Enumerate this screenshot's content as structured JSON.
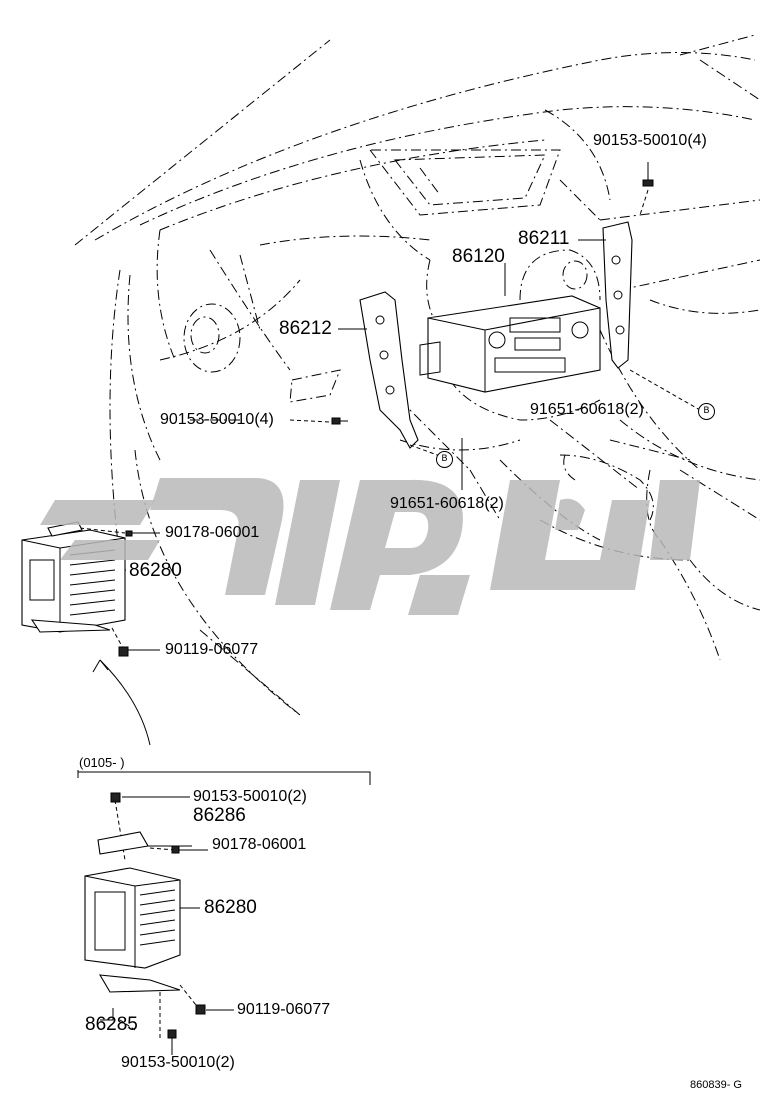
{
  "labels": {
    "bolt_90153_top_right": "90153-50010(4)",
    "bracket_86211": "86211",
    "radio_86120": "86120",
    "bracket_86212": "86212",
    "bolt_90153_left": "90153-50010(4)",
    "nut_91651_right": "91651-60618(2)",
    "nut_91651_center": "91651-60618(2)",
    "nut_90178_upper": "90178-06001",
    "amp_86280_upper": "86280",
    "bolt_90119_upper": "90119-06077",
    "bolt_90153_inset_top": "90153-50010(2)",
    "bracket_86286": "86286",
    "nut_90178_inset": "90178-06001",
    "amp_86280_inset": "86280",
    "bolt_90119_inset": "90119-06077",
    "bracket_86285": "86285",
    "bolt_90153_inset_bottom": "90153-50010(2)"
  },
  "inset_header": "(0105-        )",
  "ref_marker": "B",
  "diagram_code": "860839- G",
  "watermark_color": "#b8b8b8"
}
